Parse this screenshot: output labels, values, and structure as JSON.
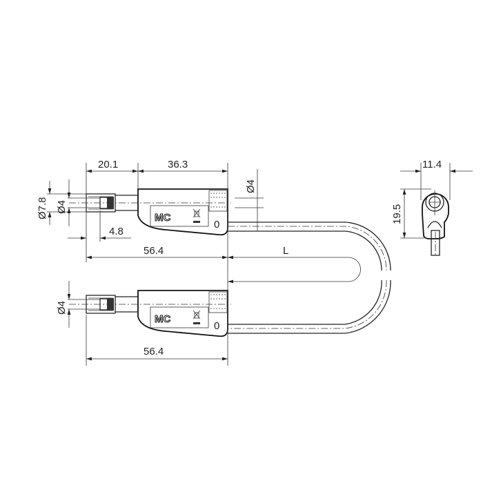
{
  "dimensions": {
    "tip_length": "20.1",
    "body_length": "36.3",
    "cable_diameter": "Ø4",
    "outer_diameter": "Ø7.8",
    "pin_diameter_top": "Ø4",
    "pin_offset": "4.8",
    "total_length_top": "56.4",
    "cable_length": "L",
    "pin_diameter_bottom": "Ø4",
    "total_length_bottom": "56.4",
    "side_width": "11.4",
    "side_height": "19.5"
  },
  "labels": {
    "brand_logo": "MC",
    "body_marking_top": "0",
    "body_marking_bottom": "0"
  }
}
